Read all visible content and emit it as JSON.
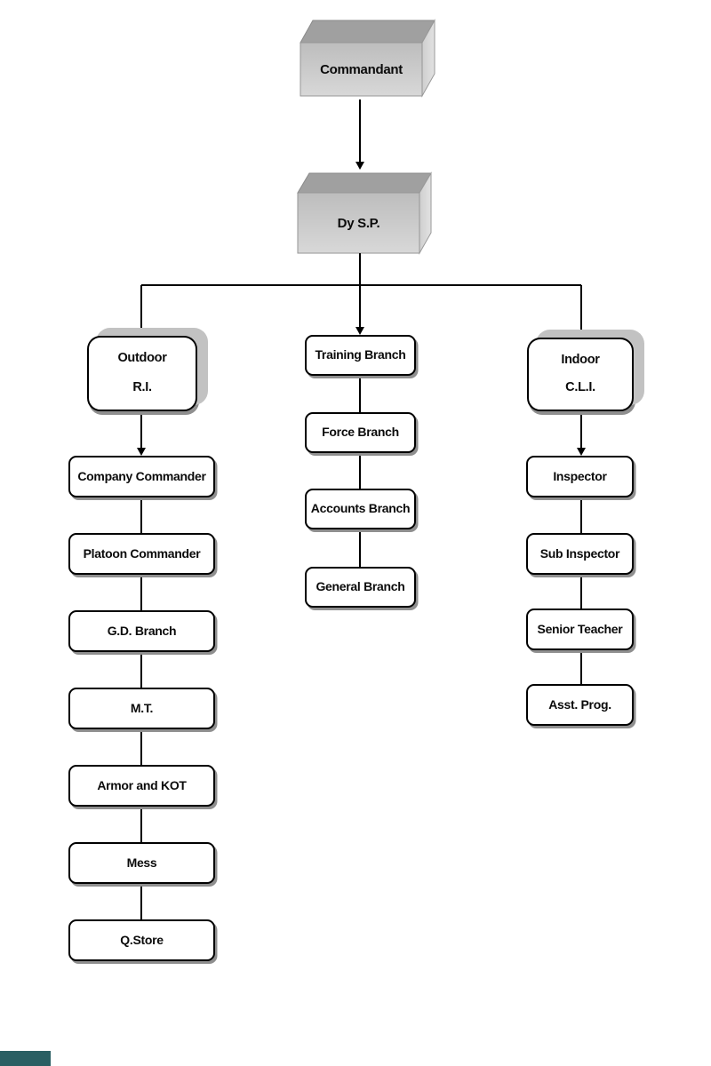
{
  "diagram": {
    "type": "org-chart",
    "root": {
      "label": "Commandant"
    },
    "level2": {
      "label": "Dy S.P."
    },
    "branches": {
      "outdoor": {
        "line1": "Outdoor",
        "line2": "R.I."
      },
      "training": {
        "label": "Training Branch"
      },
      "indoor": {
        "line1": "Indoor",
        "line2": "C.L.I."
      }
    },
    "outdoor_children": [
      "Company Commander",
      "Platoon Commander",
      "G.D. Branch",
      "M.T.",
      "Armor and KOT",
      "Mess",
      "Q.Store"
    ],
    "training_children": [
      "Force Branch",
      "Accounts Branch",
      "General Branch"
    ],
    "indoor_children": [
      "Inspector",
      "Sub Inspector",
      "Senior Teacher",
      "Asst. Prog."
    ]
  },
  "colors": {
    "cube_top_face": "#a0a0a0",
    "cube_front_face": "#c9c9c9",
    "cube_side_face": "#d6d6d6",
    "box_fill": "#ffffff",
    "box_border": "#000000",
    "box_shadow": "#8f8f8f",
    "head_shadow": "#c2c2c2",
    "connector": "#000000",
    "accent_bar": "#2a5f63"
  }
}
